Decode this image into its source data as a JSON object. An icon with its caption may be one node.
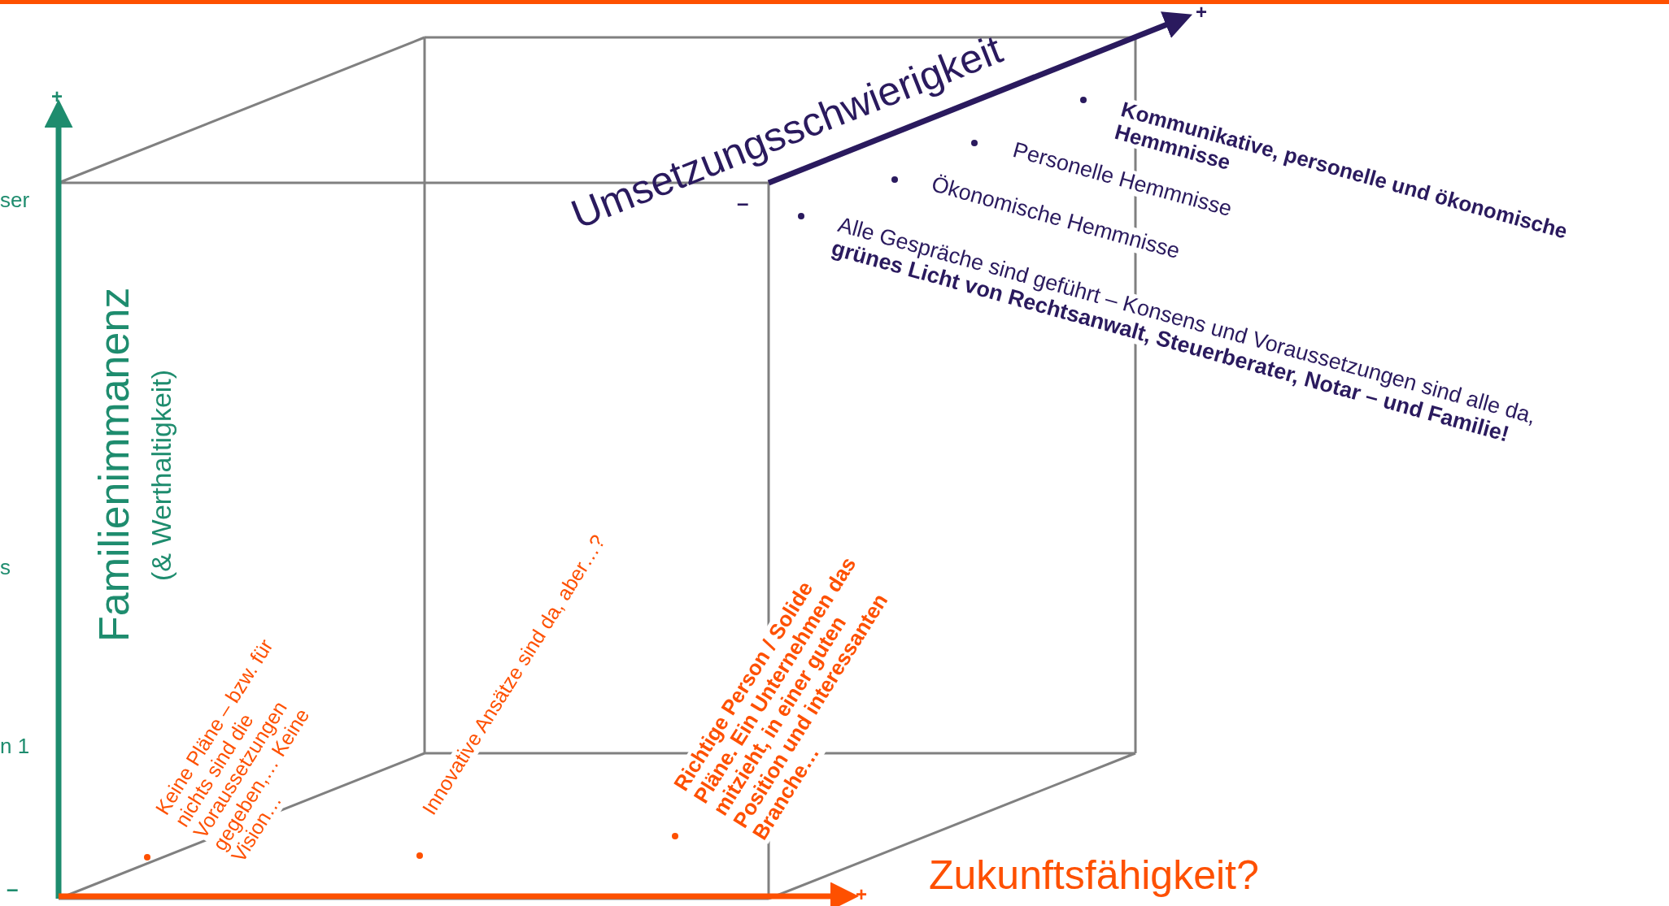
{
  "diagram": {
    "labels": [
      "+",
      "ser",
      "Umsetzungsschwierigkeit",
      "+",
      "–",
      "Kommunikative, personelle und ökonomische Hemmnisse",
      "Personelle Hemmnisse",
      "Ökonomische Hemmnisse",
      "Alle Gespräche sind geführt – Konsens und Voraussetzungen sind alle da, **grünes Licht von Rechtsanwalt, Steuerberater, Notar – und Familie!**",
      "Familienimmanenz",
      "(& Werthaltigkeit)",
      "s",
      "n 1",
      "Keine Pläne – bzw. für nichts sind die Voraussetzungen gegeben,… Keine Vision…",
      "Innovative Ansätze sind da, aber…?",
      "Richtige Person / Solide Pläne. Ein Unternehmen das mitzieht, in einer guten Position und interessanten Branche…",
      "–",
      "+",
      "Zukunftsfähigkeit?"
    ]
  }
}
